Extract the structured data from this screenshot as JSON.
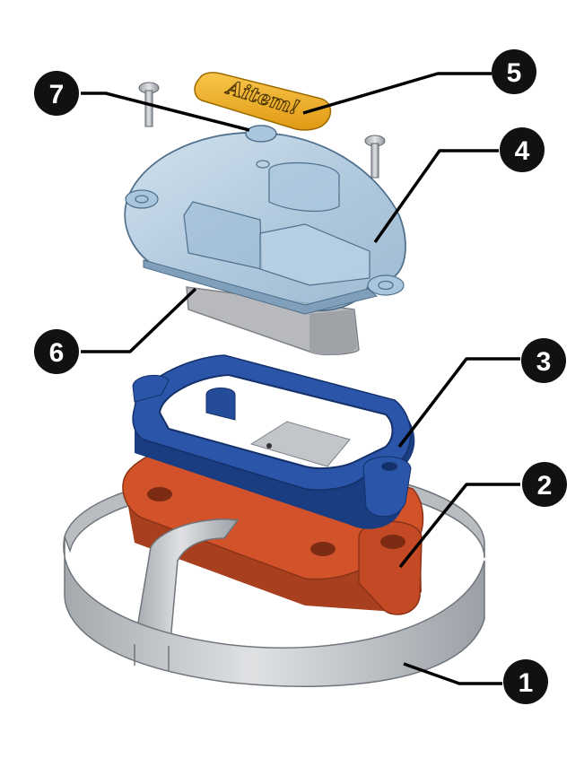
{
  "colors": {
    "band": "#c9ccd0",
    "band_dark": "#8e9399",
    "base_orange": "#d2522a",
    "base_orange_dark": "#a8401f",
    "frame_blue": "#2a55a8",
    "frame_blue_dark": "#1a3c80",
    "cover_blue": "#a9c6dd",
    "cover_outline": "#4f6f8c",
    "label_yellow": "#f2b12a",
    "module_grey": "#b7b9bc",
    "screw_grey": "#c7cacd",
    "callout": "#111111"
  },
  "label_text": "Aitem!",
  "callouts": [
    {
      "id": "1",
      "label": "1",
      "part": "elastic-band"
    },
    {
      "id": "2",
      "label": "2",
      "part": "mounting-base"
    },
    {
      "id": "3",
      "label": "3",
      "part": "frame"
    },
    {
      "id": "4",
      "label": "4",
      "part": "transparent-cover"
    },
    {
      "id": "5",
      "label": "5",
      "part": "name-label"
    },
    {
      "id": "6",
      "label": "6",
      "part": "electronics-module"
    },
    {
      "id": "7",
      "label": "7",
      "part": "button-cap"
    }
  ]
}
